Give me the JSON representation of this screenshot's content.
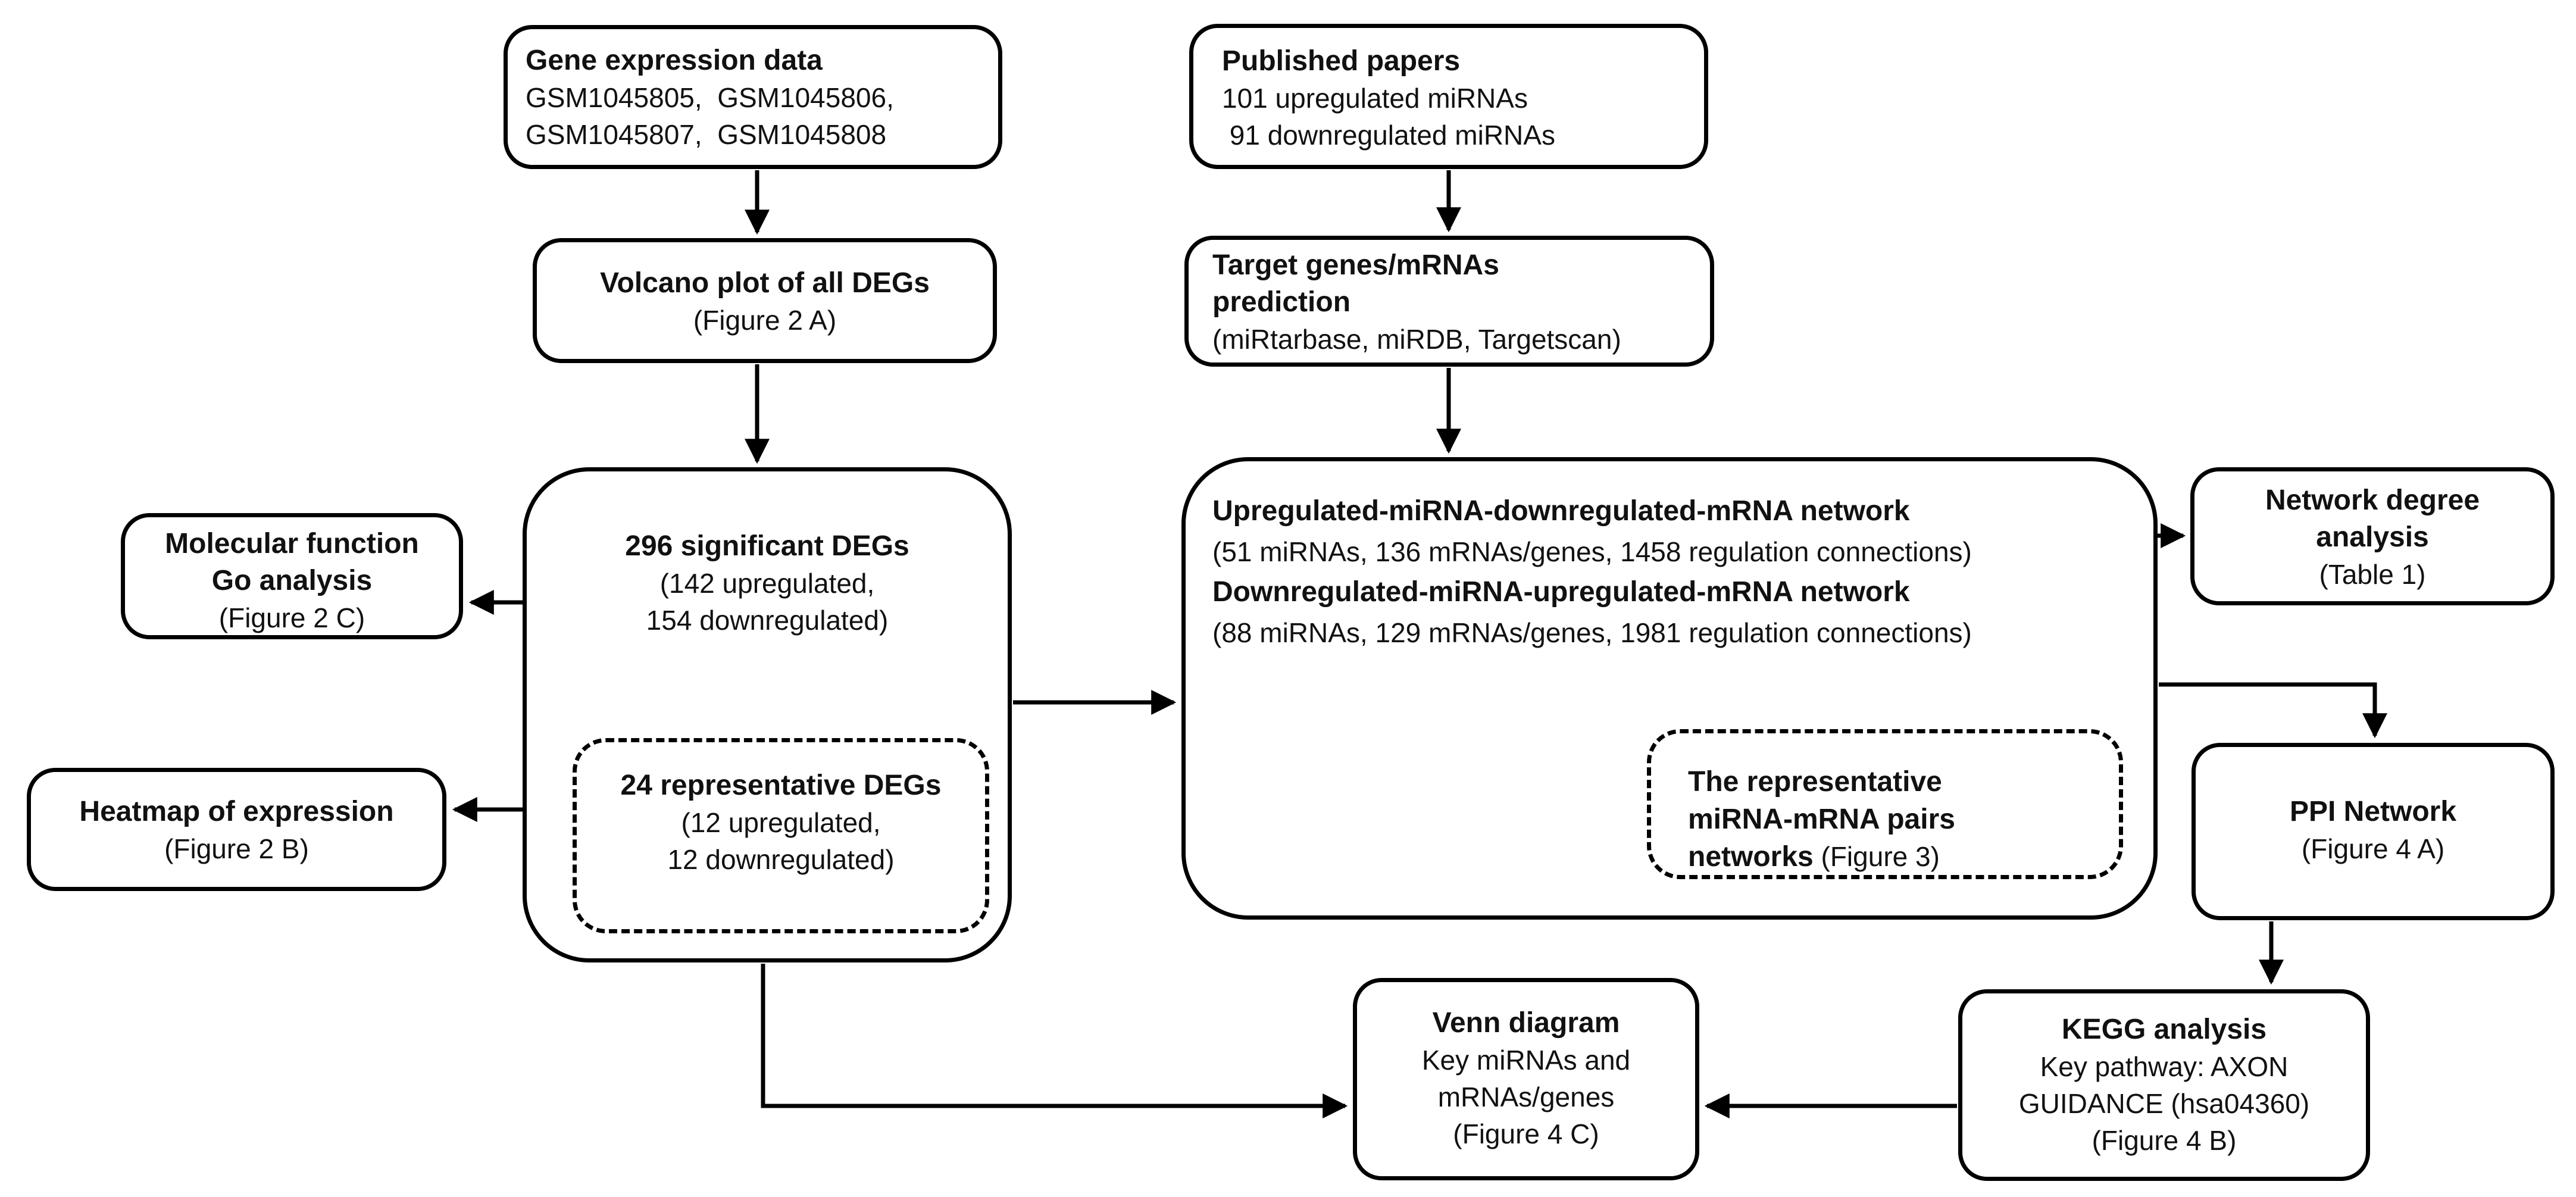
{
  "meta": {
    "colors": {
      "ink": "#000000",
      "background": "#ffffff"
    }
  },
  "boxes": {
    "gene_expression": {
      "title": "Gene expression data",
      "body": "GSM1045805,  GSM1045806,\nGSM1045807,  GSM1045808"
    },
    "published_papers": {
      "title": "Published papers",
      "body": "101 upregulated miRNAs\n 91 downregulated miRNAs"
    },
    "volcano": {
      "title": "Volcano plot of all DEGs",
      "body": "(Figure 2 A)"
    },
    "target_prediction": {
      "title": "Target genes/mRNAs\nprediction",
      "body": "(miRtarbase, miRDB, Targetscan)"
    },
    "significant_degs": {
      "title": "296 significant DEGs",
      "body": "(142 upregulated,\n154 downregulated)"
    },
    "representative_degs": {
      "title": "24 representative DEGs",
      "body": "(12 upregulated,\n12 downregulated)"
    },
    "networks": {
      "up_title": "Upregulated-miRNA-downregulated-mRNA network",
      "up_stats": "(51 miRNAs, 136 mRNAs/genes, 1458 regulation connections)",
      "down_title": "Downregulated-miRNA-upregulated-mRNA network",
      "down_stats": "(88 miRNAs, 129 mRNAs/genes, 1981 regulation connections)"
    },
    "pairs_networks": {
      "bold": "The representative\nmiRNA-mRNA pairs\nnetworks",
      "rest": " (Figure 3)"
    },
    "molecular_function": {
      "title": "Molecular function\nGo analysis",
      "body": "(Figure 2 C)"
    },
    "heatmap": {
      "title": "Heatmap of expression",
      "body": "(Figure 2 B)"
    },
    "network_degree": {
      "title": "Network degree\nanalysis",
      "body": "(Table 1)"
    },
    "ppi": {
      "title": "PPI Network",
      "body": "(Figure 4 A)"
    },
    "kegg": {
      "title": "KEGG analysis",
      "body": "Key pathway: AXON\nGUIDANCE (hsa04360)\n(Figure 4 B)"
    },
    "venn": {
      "title": "Venn diagram",
      "body": "Key miRNAs and\nmRNAs/genes\n(Figure 4 C)"
    }
  }
}
